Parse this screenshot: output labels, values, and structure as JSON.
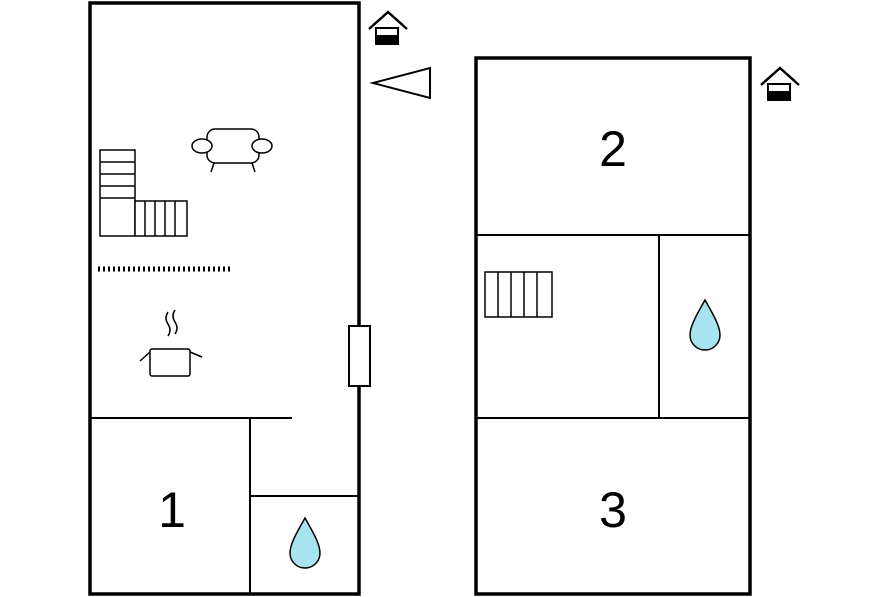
{
  "floorplan": {
    "rooms": [
      {
        "label": "1"
      },
      {
        "label": "2"
      },
      {
        "label": "3"
      }
    ],
    "icons": {
      "entrance": "house-entrance-icon",
      "direction": "triangle-pointer-icon",
      "living": "sofa-icon",
      "stairs": "staircase-icon",
      "kitchen": "cooking-pot-icon",
      "bathroom": "water-drop-icon"
    },
    "colors": {
      "wall": "#000000",
      "water": "#a8e4ef"
    }
  }
}
